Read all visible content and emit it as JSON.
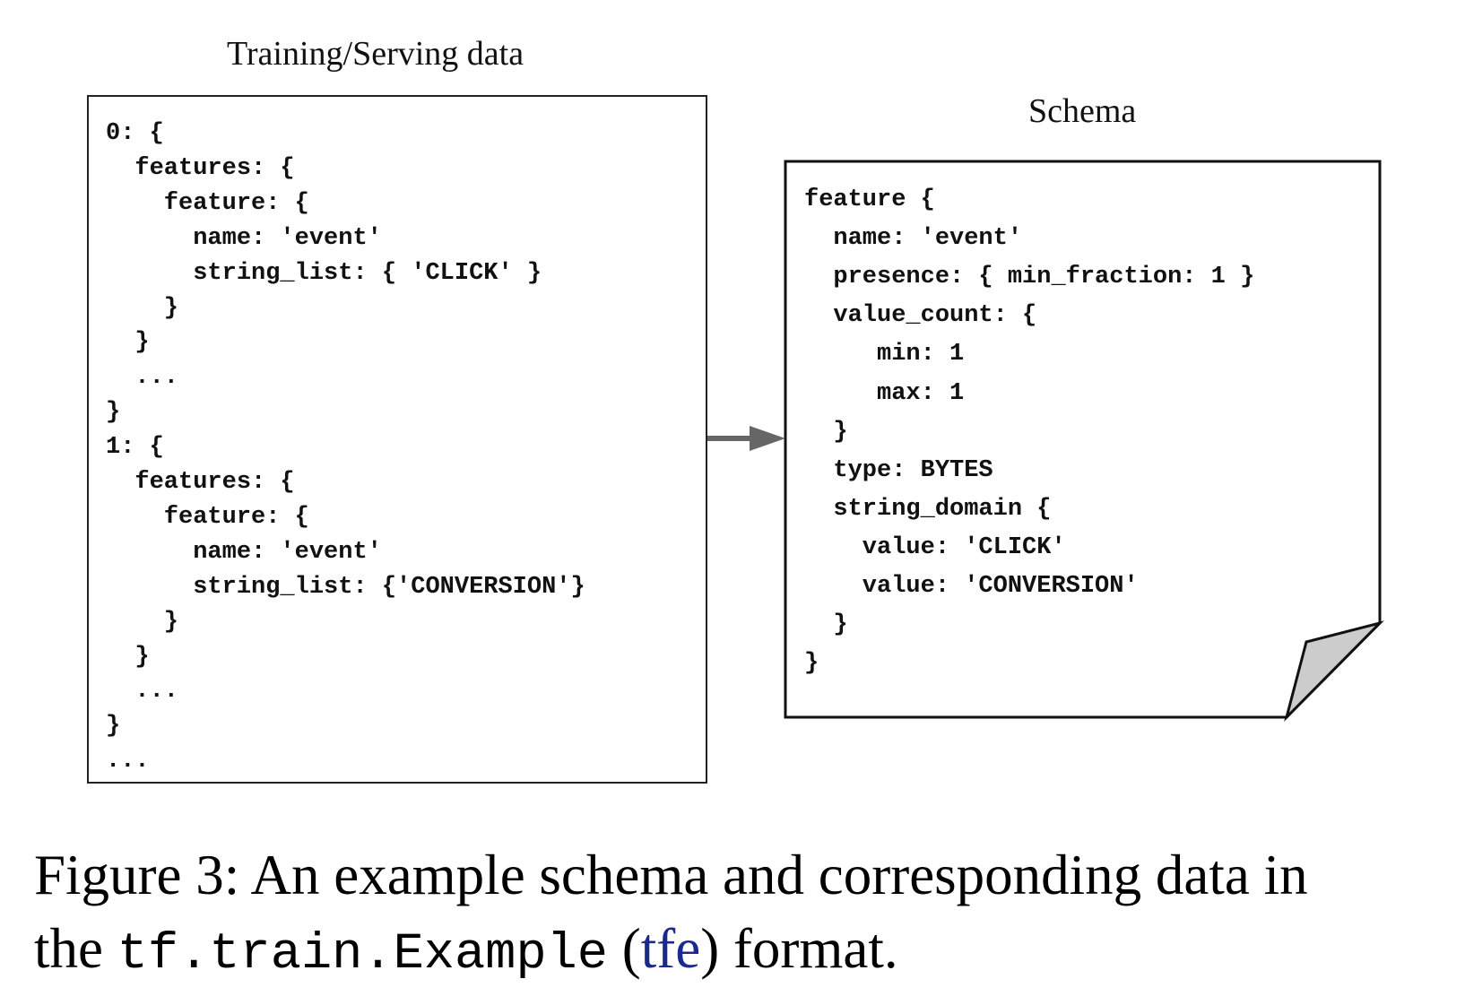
{
  "diagram": {
    "data_title": "Training/Serving data",
    "schema_title": "Schema",
    "data_lines": [
      "0: {",
      "  features: {",
      "    feature: {",
      "      name: 'event'",
      "      string_list: { 'CLICK' }",
      "    }",
      "  }",
      "  ...",
      "}",
      "1: {",
      "  features: {",
      "    feature: {",
      "      name: 'event'",
      "      string_list: {'CONVERSION'}",
      "    }",
      "  }",
      "  ...",
      "}",
      "..."
    ],
    "schema_lines": [
      "feature {",
      "  name: 'event'",
      "  presence: { min_fraction: 1 }",
      "  value_count: {",
      "     min: 1",
      "     max: 1",
      "  }",
      "  type: BYTES",
      "  string_domain {",
      "    value: 'CLICK'",
      "    value: 'CONVERSION'",
      "  }",
      "}"
    ],
    "colors": {
      "arrow": "#666666",
      "page_fold": "#cccccc",
      "border": "#222222",
      "link": "#1a2a8a"
    }
  },
  "caption": {
    "prefix": "Figure 3:  An example schema and corresponding data in",
    "line2_start": "the ",
    "code": "tf.train.Example",
    "open_paren": " (",
    "link": "tfe",
    "end": ") format."
  }
}
